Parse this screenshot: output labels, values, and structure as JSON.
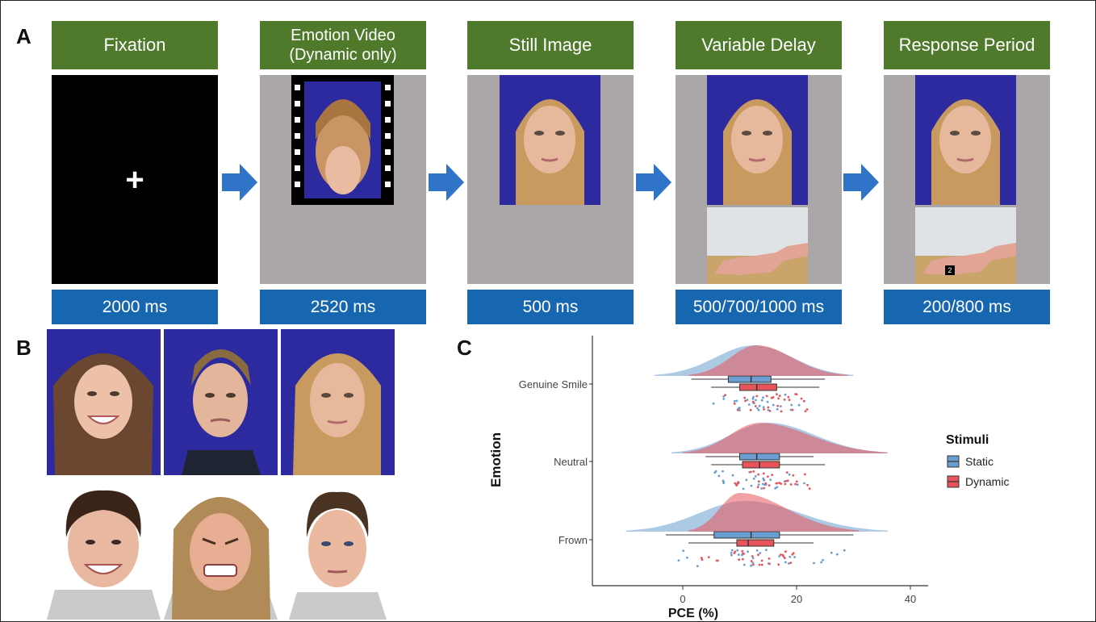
{
  "panel_labels": {
    "a": "A",
    "b": "B",
    "c": "C"
  },
  "panel_a": {
    "steps": [
      {
        "title": "Fixation",
        "duration": "2000 ms",
        "screen": "black",
        "glyph": "+"
      },
      {
        "title": "Emotion Video (Dynamic only)",
        "duration": "2520 ms",
        "screen": "grey"
      },
      {
        "title": "Still Image",
        "duration": "500 ms",
        "screen": "grey"
      },
      {
        "title": "Variable Delay",
        "duration": "500/700/1000 ms",
        "screen": "grey"
      },
      {
        "title": "Response Period",
        "duration": "200/800 ms",
        "screen": "grey",
        "key_label": "2"
      }
    ],
    "colors": {
      "header": "#4f7a2c",
      "footer": "#1666b0",
      "arrow": "#2f74c8",
      "grey_screen": "#aba7a8",
      "blue_backdrop": "#2c2a9e"
    }
  },
  "chart_data": {
    "type": "raincloud",
    "xlabel": "PCE (%)",
    "ylabel": "Emotion",
    "xlim": [
      -15,
      43
    ],
    "xticks": [
      0,
      20,
      40
    ],
    "categories": [
      "Genuine Smile",
      "Neutral",
      "Frown"
    ],
    "legend": {
      "title": "Stimuli",
      "position": "right"
    },
    "series": [
      {
        "name": "Static",
        "color": "#6a9ed0",
        "density_mode": [
          12.5,
          15,
          11
        ],
        "density_range": [
          [
            -5,
            30
          ],
          [
            -2,
            36
          ],
          [
            -10,
            36
          ]
        ],
        "box": [
          {
            "whisker_low": 1.5,
            "q1": 8,
            "median": 12,
            "q3": 15.5,
            "whisker_high": 25
          },
          {
            "whisker_low": 4,
            "q1": 10,
            "median": 13,
            "q3": 17,
            "whisker_high": 23
          },
          {
            "whisker_low": -3,
            "q1": 5.5,
            "median": 12,
            "q3": 17,
            "whisker_high": 30
          }
        ]
      },
      {
        "name": "Dynamic",
        "color": "#e8545a",
        "density_mode": [
          13,
          13.5,
          10
        ],
        "density_range": [
          [
            1,
            29
          ],
          [
            0,
            36
          ],
          [
            1,
            31
          ]
        ],
        "box": [
          {
            "whisker_low": 5,
            "q1": 10,
            "median": 13,
            "q3": 16.5,
            "whisker_high": 24
          },
          {
            "whisker_low": 5,
            "q1": 10.5,
            "median": 13.5,
            "q3": 17,
            "whisker_high": 25
          },
          {
            "whisker_low": 1,
            "q1": 9.5,
            "median": 11.5,
            "q3": 16,
            "whisker_high": 23
          }
        ]
      }
    ],
    "grid": false
  }
}
